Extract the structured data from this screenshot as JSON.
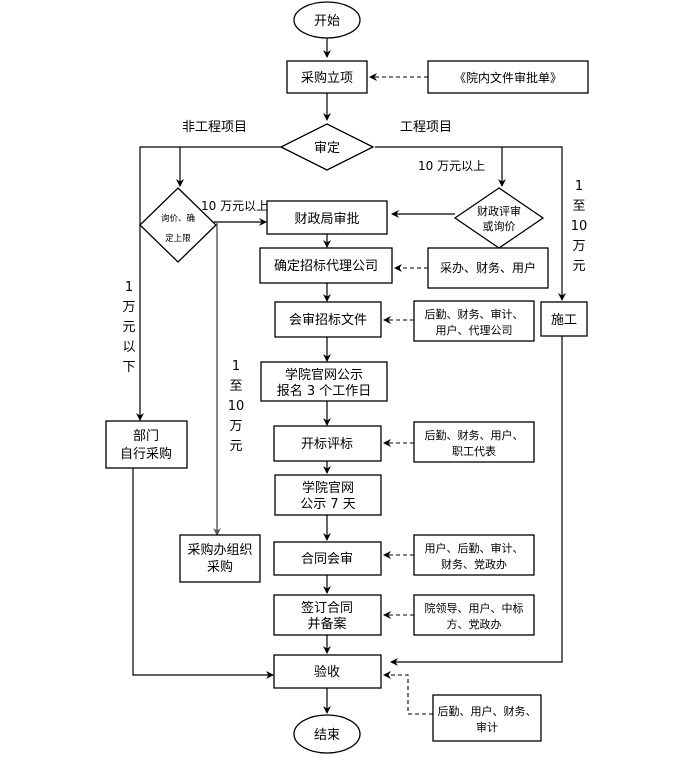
{
  "diagram": {
    "start": "开始",
    "end": "结束",
    "nodes": {
      "purchase_project": "采购立项",
      "internal_doc": "《院内文件审批单》",
      "review": "审定",
      "inquiry_limit": [
        "询价、确",
        "定上限"
      ],
      "finance_review_inquiry": [
        "财政评审",
        "或询价"
      ],
      "finance_bureau_approval": "财政局审批",
      "confirm_agency": "确定招标代理公司",
      "agency_participants": "采办、财务、用户",
      "review_bid_docs": "会审招标文件",
      "bid_docs_participants": [
        "后勤、财务、审计、",
        "用户、代理公司"
      ],
      "construction": "施工",
      "website_notice_3": [
        "学院官网公示",
        "报名 3 个工作日"
      ],
      "dept_self_purchase": [
        "部门",
        "自行采购"
      ],
      "bid_opening": "开标评标",
      "bid_opening_participants": [
        "后勤、财务、用户、",
        "职工代表"
      ],
      "website_notice_7": [
        "学院官网",
        "公示 7 天"
      ],
      "purchase_office_org": [
        "采购办组织",
        "采购"
      ],
      "contract_review": "合同会审",
      "contract_review_participants": [
        "用户、后勤、审计、",
        "财务、党政办"
      ],
      "sign_contract": [
        "签订合同",
        "并备案"
      ],
      "sign_contract_participants": [
        "院领导、用户、中标",
        "方、党政办"
      ],
      "acceptance": "验收",
      "acceptance_participants": [
        "后勤、用户、财务、",
        "审计"
      ]
    },
    "labels": {
      "non_engineering": "非工程项目",
      "engineering": "工程项目",
      "over_10w_right": "10 万元以上",
      "over_10w_left": "10 万元以上",
      "under_1w": [
        "1",
        "万",
        "元",
        "以",
        "下"
      ],
      "range_1_10w_left": [
        "1",
        "至",
        "10",
        "万",
        "元"
      ],
      "range_1_10w_right": [
        "1",
        "至",
        "10",
        "万",
        "元"
      ]
    }
  }
}
